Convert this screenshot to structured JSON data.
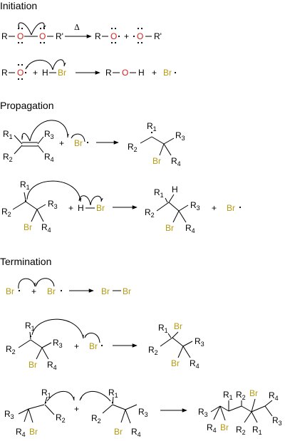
{
  "sections": {
    "initiation": "Initiation",
    "propagation": "Propagation",
    "termination": "Termination"
  },
  "atoms": {
    "R": "R",
    "R_prime": "R'",
    "O": "O",
    "H": "H",
    "Br": "Br",
    "R1": "R",
    "R2": "R",
    "R3": "R",
    "R4": "R",
    "sub1": "1",
    "sub2": "2",
    "sub3": "3",
    "sub4": "4",
    "plus": "+",
    "delta": "Δ"
  },
  "colors": {
    "oxygen": "#d8201a",
    "bromine": "#b59a12",
    "bond": "#000000"
  }
}
